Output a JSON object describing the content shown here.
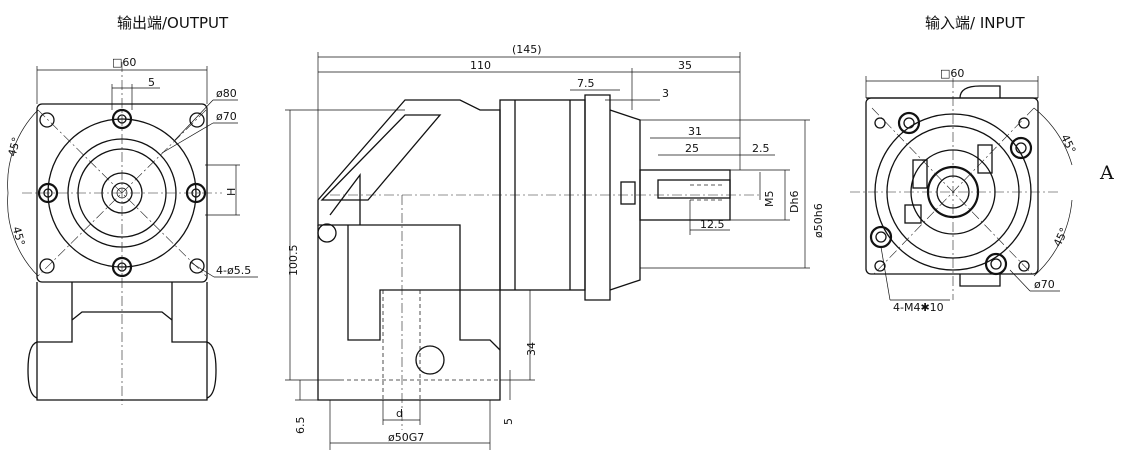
{
  "views": {
    "output_title": "输出端/OUTPUT",
    "input_title": "输入端/ INPUT",
    "view_letter": "A"
  },
  "output_dims": {
    "square": "□60",
    "offset": "5",
    "d80": "ø80",
    "d70": "ø70",
    "angle_top": "45°",
    "angle_bottom": "45°",
    "height": "H",
    "holes": "4-ø5.5"
  },
  "side_dims": {
    "overall": "(145)",
    "body": "110",
    "shaft_total": "35",
    "flange": "7.5",
    "step": "3",
    "key_total": "31",
    "key_len": "25",
    "key_end": "2.5",
    "pilot": "ø50h6",
    "shaft_d": "Dh6",
    "thread": "M5",
    "depth": "12.5",
    "height": "100.5",
    "base_h": "34",
    "bottom": "6.5",
    "bottom_r": "5",
    "bore_d": "d",
    "bore": "ø50G7"
  },
  "input_dims": {
    "square": "□60",
    "angle_top": "45°",
    "angle_bottom": "45°",
    "threads": "4-M4✱10",
    "pcd": "ø70"
  }
}
